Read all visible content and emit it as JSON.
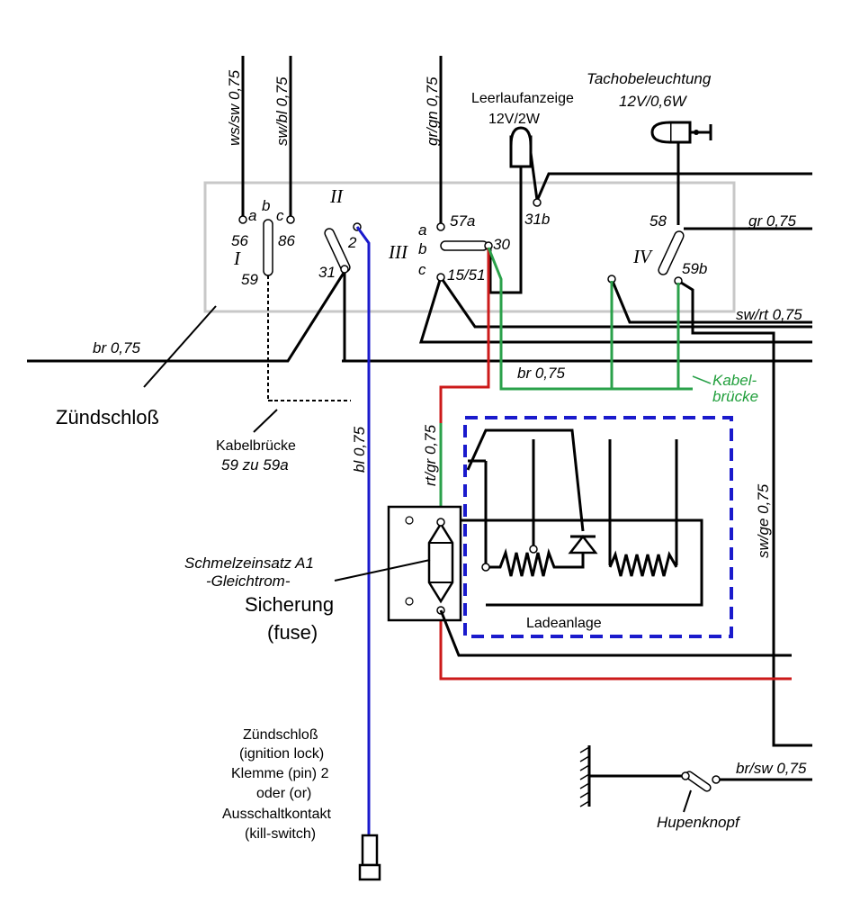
{
  "colors": {
    "background": "#ffffff",
    "wire_black": "#000000",
    "wire_blue": "#1a1acc",
    "wire_red": "#cc1a1a",
    "wire_green": "#2aa14a",
    "box_grey": "#c8c8c8",
    "charging_frame": "#1a1acc"
  },
  "ignition_switch": {
    "label": "Zündschloß",
    "roman_1": "I",
    "roman_2": "II",
    "roman_3": "III",
    "roman_4": "IV",
    "t_a1": "a",
    "t_b1": "b",
    "t_c1": "c",
    "t_56": "56",
    "t_86": "86",
    "t_59": "59",
    "t_31": "31",
    "t_2": "2",
    "t_a2": "a",
    "t_b2": "b",
    "t_c2": "c",
    "t_57a": "57a",
    "t_30": "30",
    "t_1551": "15/51",
    "t_31b": "31b",
    "t_58": "58",
    "t_59b": "59b"
  },
  "wires": {
    "ws_sw": "ws/sw 0,75",
    "sw_bl": "sw/bl 0,75",
    "gr_gn": "gr/gn 0,75",
    "gr": "gr 0,75",
    "sw_rt": "sw/rt 0,75",
    "br_left": "br 0,75",
    "br_mid": "br 0,75",
    "bl": "bl 0,75",
    "rt_gr": "rt/gr 0,75",
    "sw_ge": "sw/ge 0,75",
    "br_sw": "br/sw 0,75"
  },
  "lamps": {
    "neutral_label": "Leerlaufanzeige",
    "neutral_rating": "12V/2W",
    "speedo_label": "Tachobeleuchtung",
    "speedo_rating": "12V/0,6W"
  },
  "bridges": {
    "green_line1": "Kabel-",
    "green_line2": "brücke",
    "dashed_line1": "Kabelbrücke",
    "dashed_line2": "59 zu 59a"
  },
  "fuse": {
    "name1": "Schmelzeinsatz A1",
    "name2": "-Gleichtrom-",
    "name3": "Sicherung",
    "name4": "(fuse)"
  },
  "charging": {
    "label": "Ladeanlage"
  },
  "connector_note": [
    "Zündschloß",
    "(ignition lock)",
    "Klemme (pin) 2",
    "oder (or)",
    "Ausschaltkontakt",
    "(kill-switch)"
  ],
  "horn": {
    "label": "Hupenknopf"
  }
}
